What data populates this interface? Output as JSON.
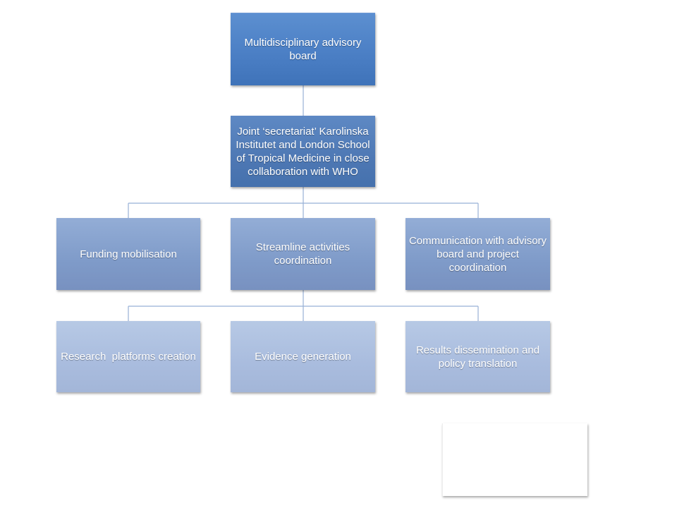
{
  "org_chart": {
    "advisory_board": "Multidisciplinary advisory board",
    "secretariat": "Joint ‘secretariat’ Karolinska Institutet and London School of Tropical Medicine in close collaboration with WHO",
    "level3": [
      "Funding mobilisation",
      "Streamline activities coordination",
      "Communication with advisory board and project coordination"
    ],
    "level4": [
      "Research  platforms creation",
      "Evidence generation",
      "Results dissemination and policy translation"
    ]
  },
  "colors": {
    "level1": "#4a7ec4",
    "level2": "#4e78b4",
    "level3": "#8aa4cf",
    "level4": "#aec1e0",
    "connector": "#98b0d6"
  }
}
